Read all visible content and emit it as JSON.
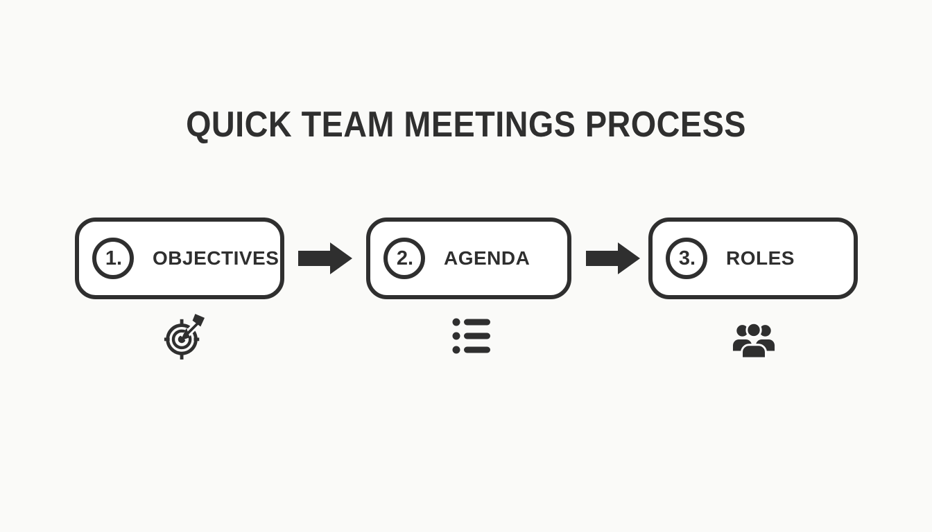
{
  "theme": {
    "ink": "#2f2f2f",
    "background": "#fafaf8",
    "box_fill": "#ffffff"
  },
  "title": "QUICK TEAM MEETINGS PROCESS",
  "steps": [
    {
      "number": "1.",
      "label": "OBJECTIVES",
      "icon": "target-arrow-icon"
    },
    {
      "number": "2.",
      "label": "AGENDA",
      "icon": "bulleted-list-icon"
    },
    {
      "number": "3.",
      "label": "ROLES",
      "icon": "people-group-icon"
    }
  ],
  "connectors": [
    {
      "icon": "arrow-right-icon"
    },
    {
      "icon": "arrow-right-icon"
    }
  ]
}
